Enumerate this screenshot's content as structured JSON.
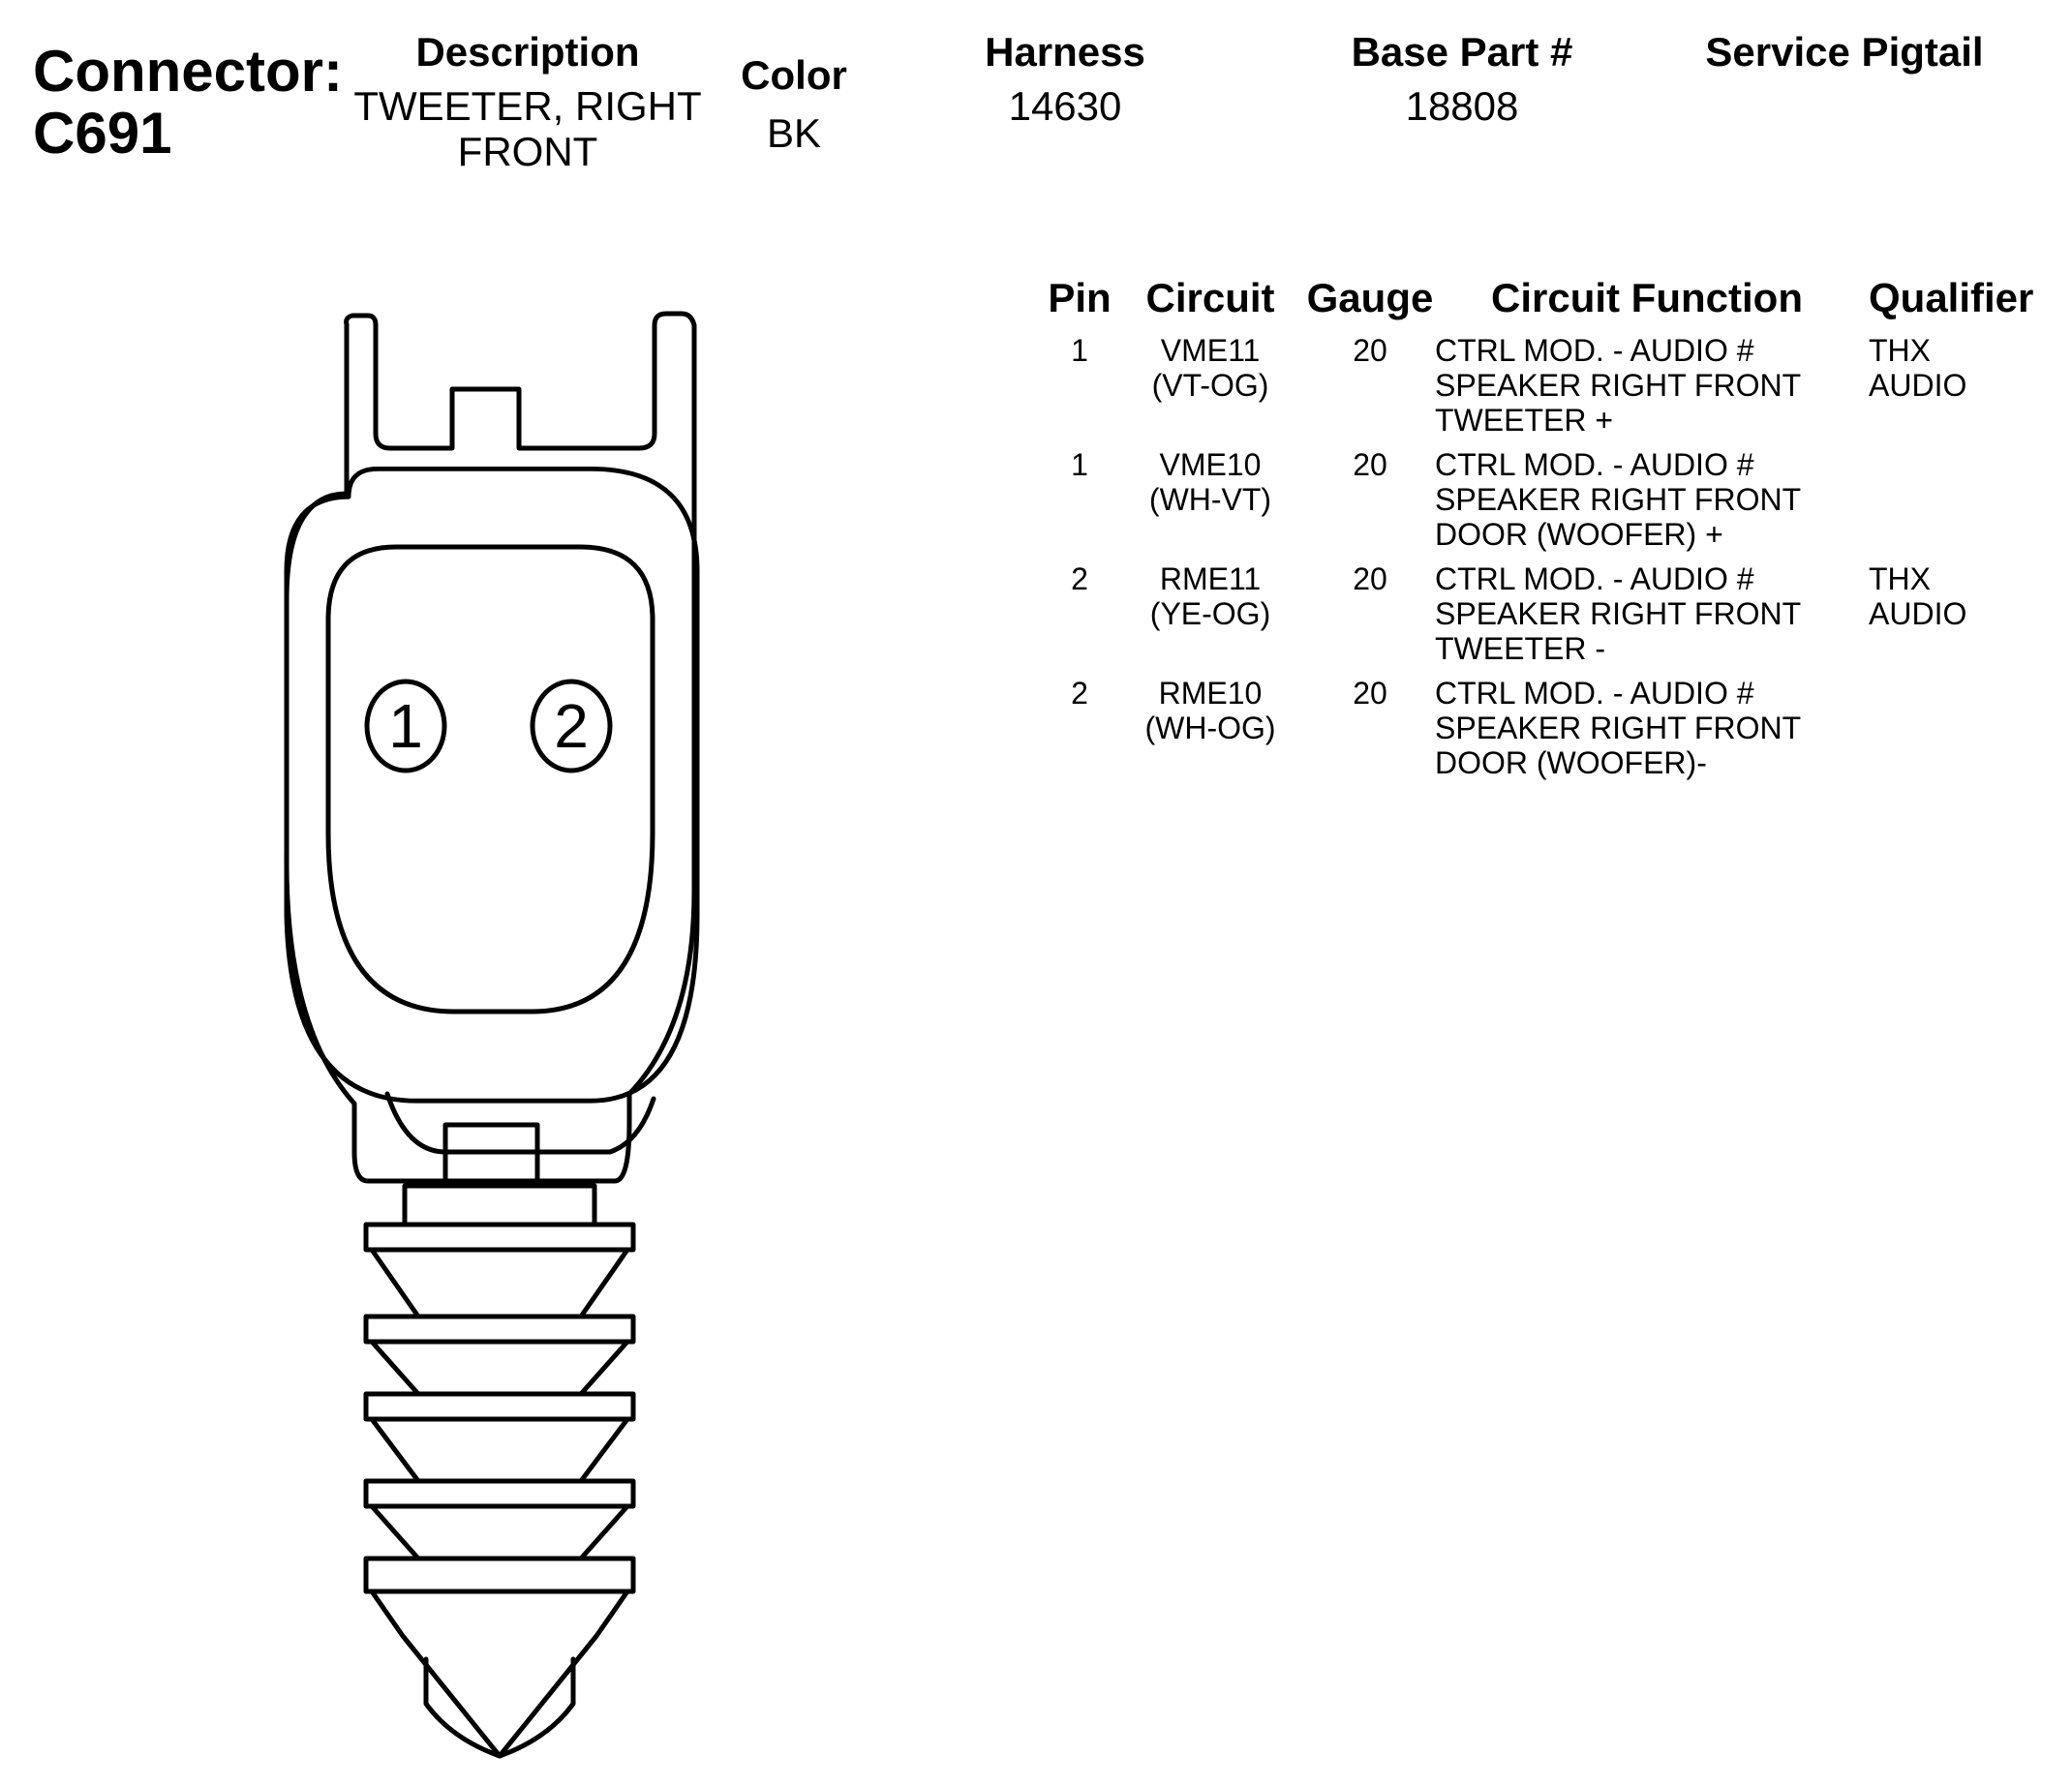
{
  "connector": {
    "label_line1": "Connector:",
    "label_line2": "C691"
  },
  "header": {
    "description": {
      "label": "Description",
      "value_line1": "TWEETER, RIGHT",
      "value_line2": "FRONT"
    },
    "color": {
      "label": "Color",
      "value": "BK"
    },
    "harness": {
      "label": "Harness",
      "value": "14630"
    },
    "base_part": {
      "label": "Base Part #",
      "value": "18808"
    },
    "service_pigtail": {
      "label": "Service Pigtail",
      "value": ""
    }
  },
  "table": {
    "headers": {
      "pin": "Pin",
      "circuit": "Circuit",
      "gauge": "Gauge",
      "function": "Circuit Function",
      "qualifier": "Qualifier"
    },
    "rows": [
      {
        "pin": "1",
        "circuit": [
          "VME11",
          "(VT-OG)"
        ],
        "gauge": "20",
        "function": [
          "CTRL MOD. - AUDIO #",
          "SPEAKER RIGHT FRONT",
          "TWEETER +"
        ],
        "qualifier": [
          "THX",
          "AUDIO"
        ]
      },
      {
        "pin": "1",
        "circuit": [
          "VME10",
          "(WH-VT)"
        ],
        "gauge": "20",
        "function": [
          "CTRL MOD. - AUDIO #",
          "SPEAKER RIGHT FRONT",
          "DOOR (WOOFER) +"
        ],
        "qualifier": [
          "",
          ""
        ]
      },
      {
        "pin": "2",
        "circuit": [
          "RME11",
          "(YE-OG)"
        ],
        "gauge": "20",
        "function": [
          "CTRL MOD. - AUDIO #",
          "SPEAKER RIGHT FRONT",
          "TWEETER -"
        ],
        "qualifier": [
          "THX",
          "AUDIO"
        ]
      },
      {
        "pin": "2",
        "circuit": [
          "RME10",
          "(WH-OG)"
        ],
        "gauge": "20",
        "function": [
          "CTRL MOD. - AUDIO #",
          "SPEAKER RIGHT FRONT",
          "DOOR (WOOFER)-"
        ],
        "qualifier": [
          "",
          ""
        ]
      }
    ]
  },
  "diagram": {
    "pin_labels": [
      "1",
      "2"
    ],
    "stroke_color": "#000000"
  }
}
